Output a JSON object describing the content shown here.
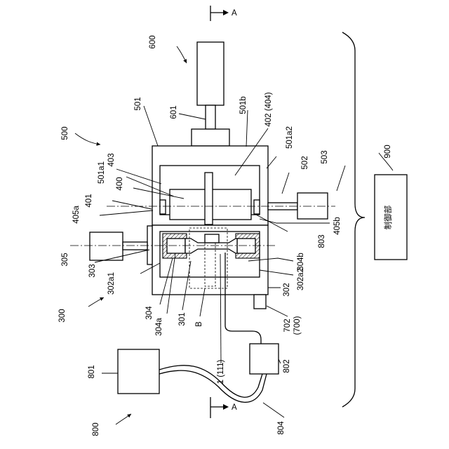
{
  "labels": {
    "l300": "300",
    "l301": "301",
    "l302": "302",
    "l302a1": "302a1",
    "l302a2": "302a2",
    "l303": "303",
    "l304": "304",
    "l304a": "304a",
    "l304b": "304b",
    "l305": "305",
    "l400": "400",
    "l401": "401",
    "l402": "402 (404)",
    "l403": "403",
    "l405a": "405a",
    "l405b": "405b",
    "l500": "500",
    "l501": "501",
    "l501a1": "501a1",
    "l501a2": "501a2",
    "l501b": "501b",
    "l502": "502",
    "l503": "503",
    "l600": "600",
    "l601": "601",
    "l702": "702",
    "l700": "(700)",
    "l800": "800",
    "l801": "801",
    "l802": "802",
    "l803": "803",
    "l804": "804",
    "l900": "900",
    "l1": "1 (111)",
    "lB": "B",
    "lA": "A",
    "lA2": "A",
    "controller": "制御部"
  }
}
